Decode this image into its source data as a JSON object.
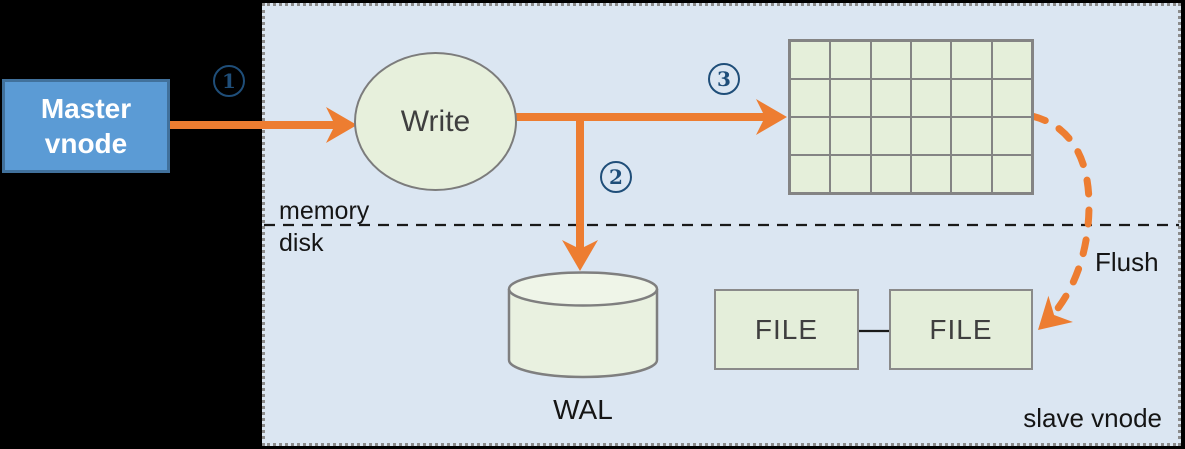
{
  "colors": {
    "accent_orange": "#ed7d31",
    "panel_bg": "#dbe6f2",
    "node_green": "#e5efda",
    "node_border": "#7f7f7f",
    "master_blue": "#5b9bd5",
    "master_border": "#41719c",
    "badge_blue": "#1f4e79",
    "canvas_bg": "#000000"
  },
  "nodes": {
    "master_vnode": {
      "line1": "Master",
      "line2": "vnode"
    },
    "write": {
      "label": "Write"
    },
    "wal": {
      "label": "WAL"
    },
    "file1": {
      "label": "FILE"
    },
    "file2": {
      "label": "FILE"
    }
  },
  "labels": {
    "memory": "memory",
    "disk": "disk",
    "flush": "Flush",
    "slave_vnode": "slave vnode"
  },
  "steps": {
    "one": "1",
    "two": "2",
    "three": "3"
  },
  "memtable": {
    "rows": 4,
    "cols": 6
  }
}
